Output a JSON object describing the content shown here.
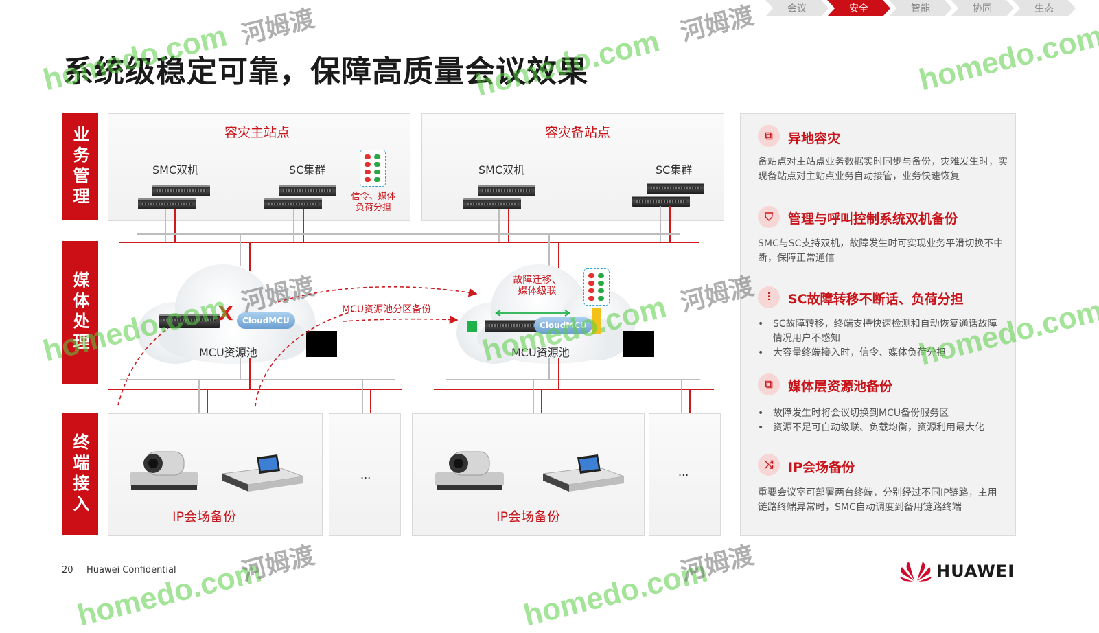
{
  "nav": {
    "tabs": [
      "会议",
      "安全",
      "智能",
      "协同",
      "生态"
    ],
    "active_index": 1
  },
  "page_title": "系统级稳定可靠，保障高质量会议效果",
  "side_labels": {
    "business": "业务管理",
    "media": "媒体处理",
    "terminal": "终端接入"
  },
  "diagram": {
    "primary_site": {
      "title": "容灾主站点",
      "smc_label": "SMC双机",
      "sc_label": "SC集群",
      "signal_note_line1": "信令、媒体",
      "signal_note_line2": "负荷分担"
    },
    "backup_site": {
      "title": "容灾备站点",
      "smc_label": "SMC双机",
      "sc_label": "SC集群"
    },
    "failure_mark": "X",
    "cloudmcu_label": "CloudMCU",
    "pool_label": "MCU资源池",
    "pool_backup_label": "MCU资源池分区备份",
    "failover_note_line1": "故障迁移、",
    "failover_note_line2": "媒体级联",
    "ip_backup_label": "IP会场备份",
    "ellipsis": "..."
  },
  "right_panel": {
    "sections": [
      {
        "icon": "link-icon",
        "title": "异地容灾",
        "text": "备站点对主站点业务数据实时同步与备份，灾难发生时，实现备站点对主站点业务自动接管，业务快速恢复"
      },
      {
        "icon": "shield-icon",
        "title": "管理与呼叫控制系统双机备份",
        "text": "SMC与SC支持双机，故障发生时可实现业务平滑切换不中断，保障正常通信"
      },
      {
        "icon": "branch-icon",
        "title": "SC故障转移不断话、负荷分担",
        "bullets": [
          "SC故障转移，终端支持快速检测和自动恢复通话故障情况用户不感知",
          "大容量终端接入时，信令、媒体负荷分担"
        ]
      },
      {
        "icon": "link-icon",
        "title": "媒体层资源池备份",
        "bullets": [
          "故障发生时将会议切换到MCU备份服务区",
          "资源不足可自动级联、负载均衡，资源利用最大化"
        ]
      },
      {
        "icon": "shuffle-icon",
        "title": "IP会场备份",
        "text": "重要会议室可部署两台终端，分别经过不同IP链路，主用链路终端异常时，SMC自动调度到备用链路终端"
      }
    ]
  },
  "footer": {
    "page_number": "20",
    "confidential": "Huawei Confidential",
    "brand": "HUAWEI"
  },
  "watermark": {
    "latin": "homedo.com",
    "cn": "河姆渡"
  },
  "colors": {
    "accent_red": "#cc0f16",
    "watermark_green": "#5acd46"
  }
}
